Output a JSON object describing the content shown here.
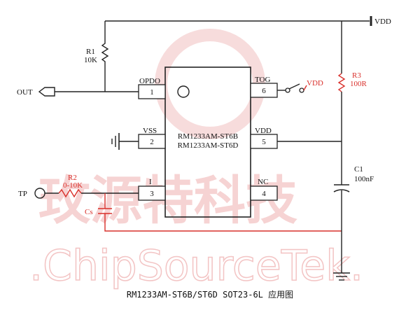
{
  "watermark": {
    "chinese": "玫源特科技",
    "english": ".ChipSourceTek."
  },
  "chip": {
    "name_line1": "RM1233AM-ST6B",
    "name_line2": "RM1233AM-ST6D",
    "pins": [
      {
        "name": "OPDO",
        "number": "1"
      },
      {
        "name": "VSS",
        "number": "2"
      },
      {
        "name": "I",
        "number": "3"
      },
      {
        "name": "TOG",
        "number": "6"
      },
      {
        "name": "VDD",
        "number": "5"
      },
      {
        "name": "NC",
        "number": "4"
      }
    ]
  },
  "components": {
    "r1_name": "R1",
    "r1_value": "10K",
    "r2_name": "R2",
    "r2_value": "0-10K",
    "r3_name": "R3",
    "r3_value": "100R",
    "c1_name": "C1",
    "c1_value": "100nF",
    "cs_name": "Cs"
  },
  "nets": {
    "vdd_top": "VDD",
    "vdd_switch": "VDD",
    "out": "OUT",
    "tp": "TP"
  },
  "caption": "RM1233AM-ST6B/ST6D SOT23-6L 应用图",
  "colors": {
    "wire": "#222222",
    "accent_red": "#d9302b",
    "watermark": "#f3c4c4"
  }
}
